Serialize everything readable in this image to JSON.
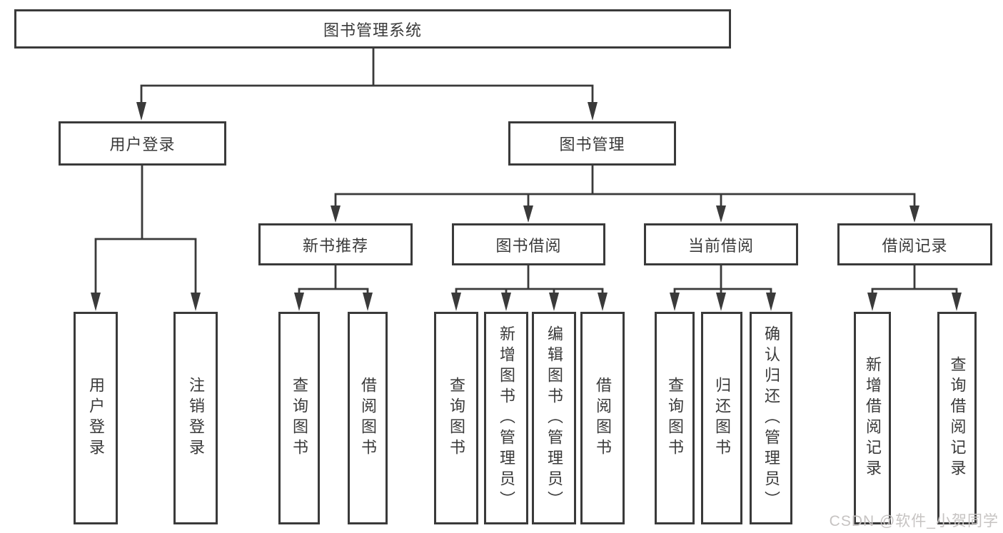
{
  "nodes": {
    "root": {
      "label": "图书管理系统"
    },
    "level2": [
      {
        "label": "用户登录"
      },
      {
        "label": "图书管理"
      }
    ],
    "level3": [
      {
        "label": "新书推荐"
      },
      {
        "label": "图书借阅"
      },
      {
        "label": "当前借阅"
      },
      {
        "label": "借阅记录"
      }
    ],
    "leaves": [
      {
        "label": "用户登录"
      },
      {
        "label": "注销登录"
      },
      {
        "label": "查询图书"
      },
      {
        "label": "借阅图书"
      },
      {
        "label": "查询图书"
      },
      {
        "label": "新增图书（管理员）"
      },
      {
        "label": "编辑图书（管理员）"
      },
      {
        "label": "借阅图书"
      },
      {
        "label": "查询图书"
      },
      {
        "label": "归还图书"
      },
      {
        "label": "确认归还（管理员）"
      },
      {
        "label": "新增借阅记录"
      },
      {
        "label": "查询借阅记录"
      }
    ]
  },
  "watermark": {
    "text": "CSDN @软件_小贺同学",
    "color": "#c6c3c2"
  },
  "colors": {
    "line": "#3a3a3a",
    "background": "#ffffff",
    "text": "#3a3a3a"
  }
}
